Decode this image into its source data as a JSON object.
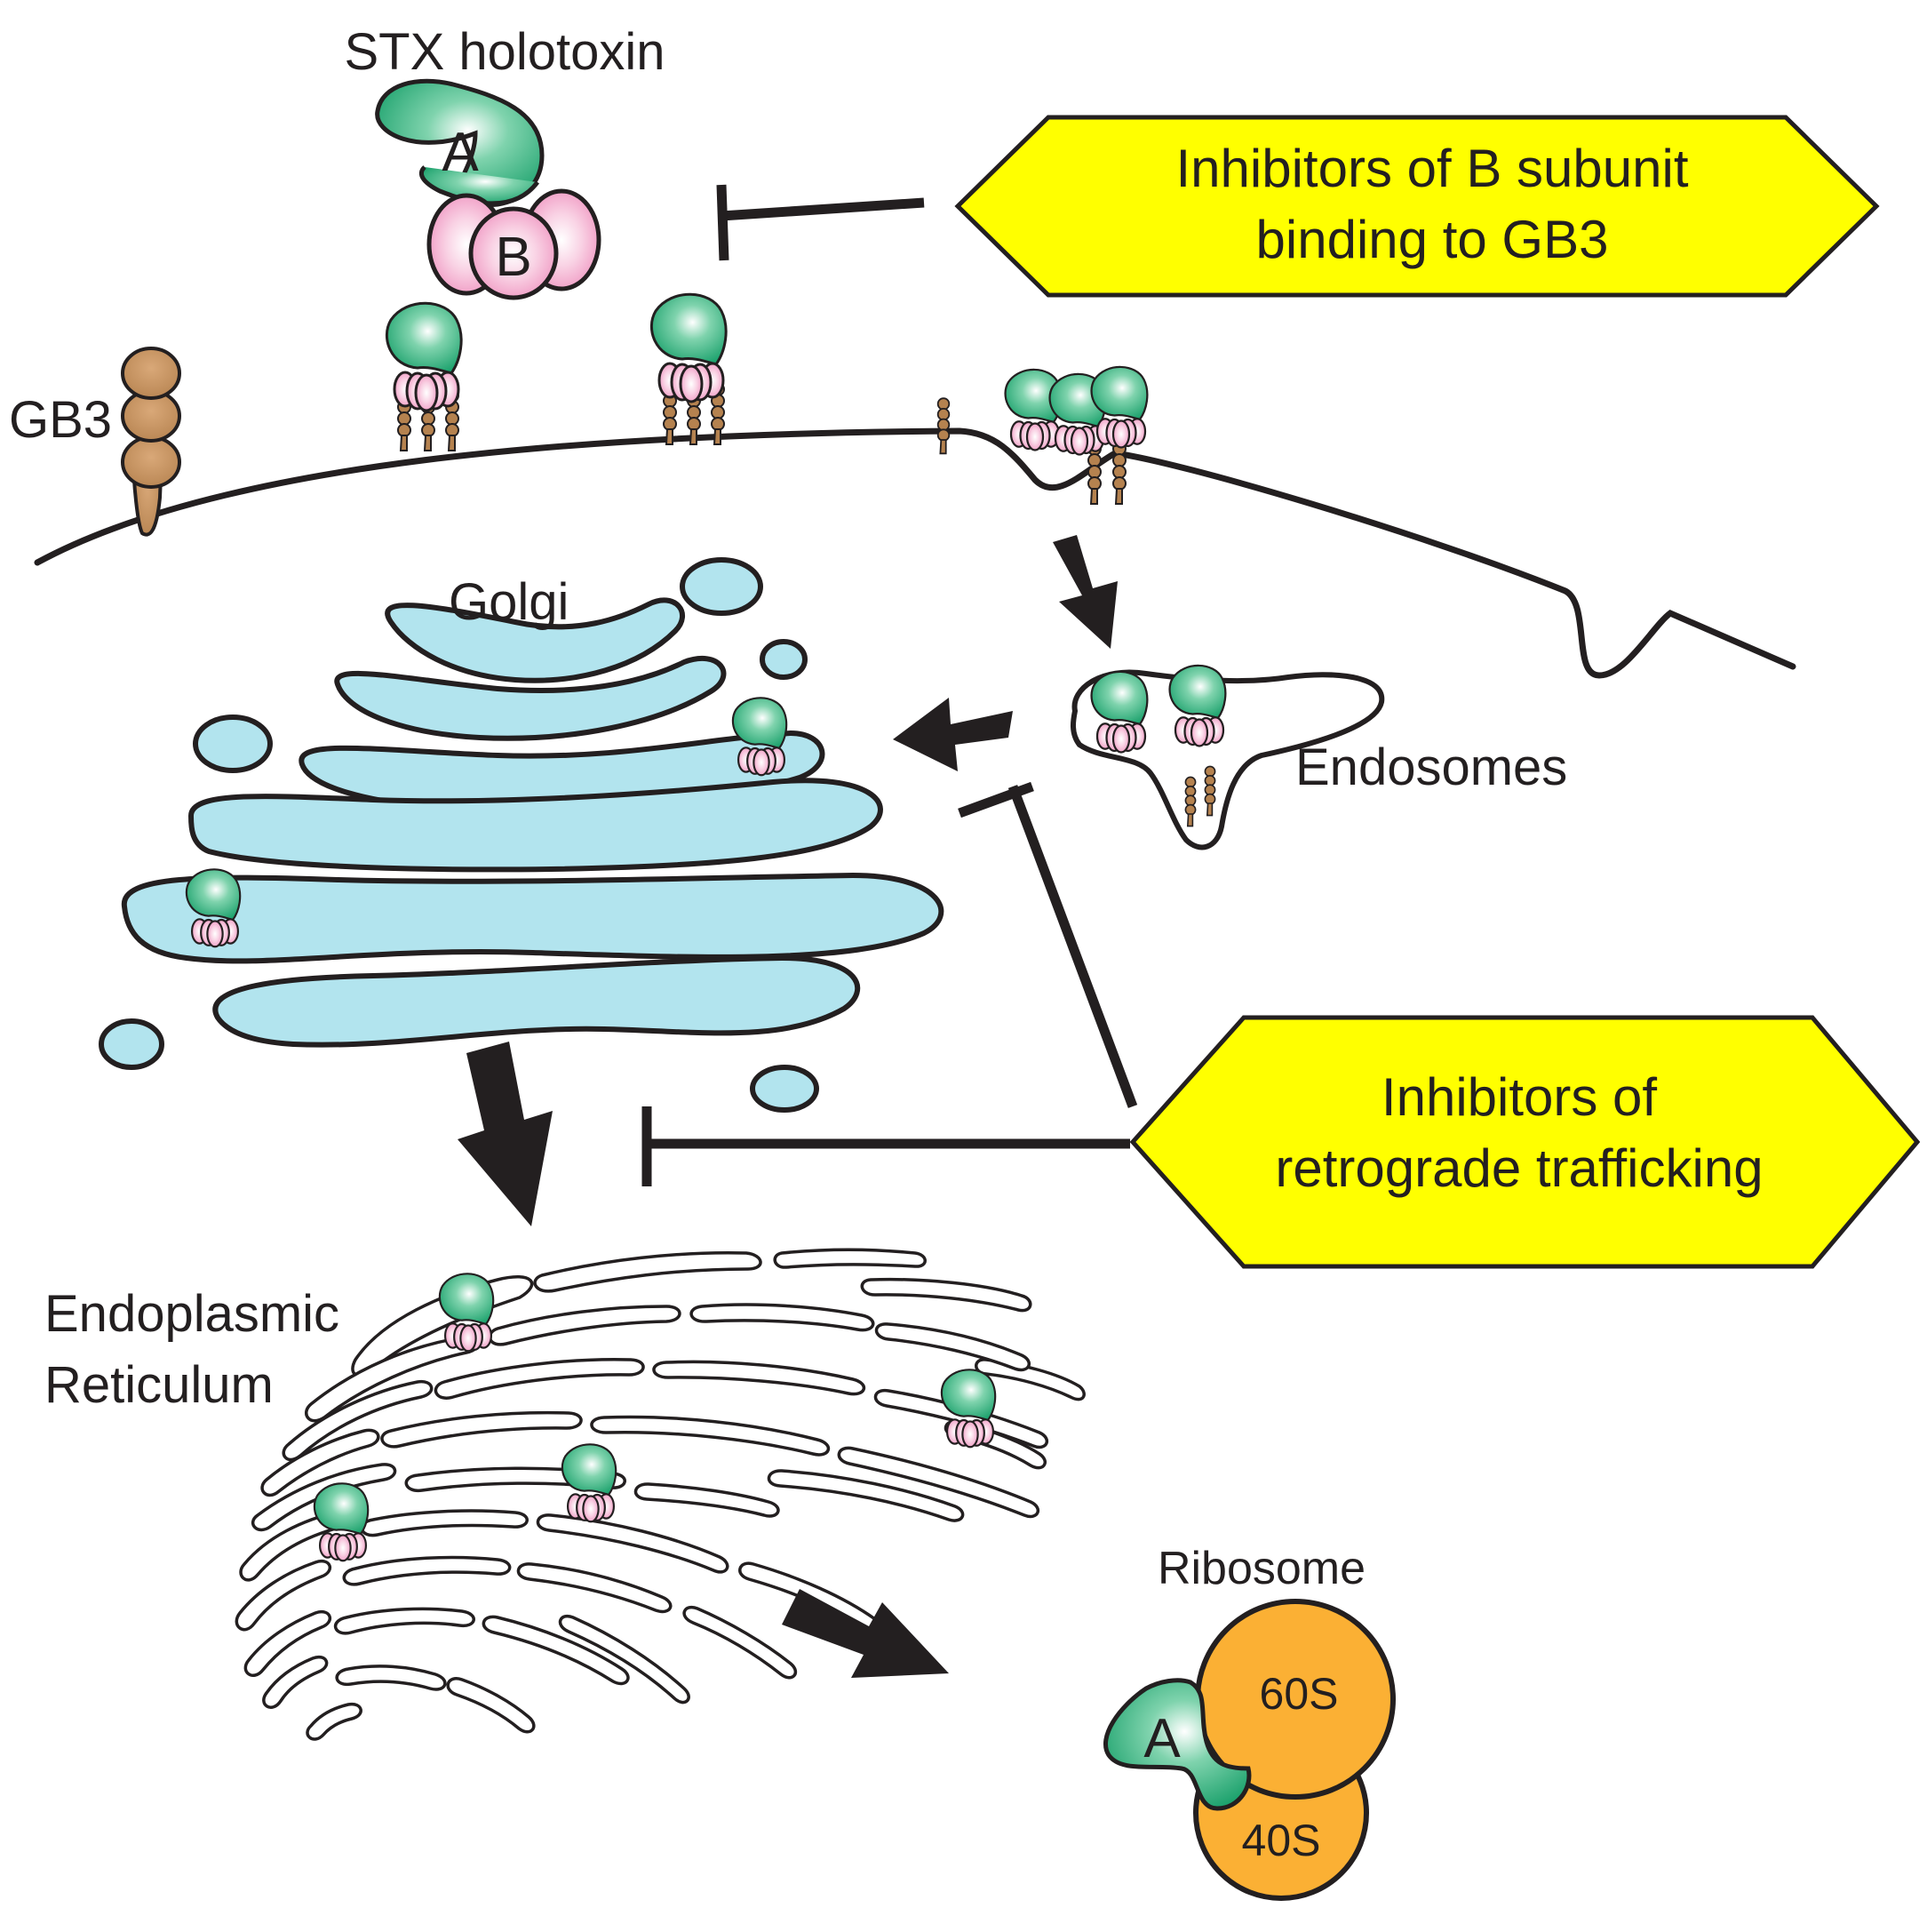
{
  "labels": {
    "stx_holotoxin": "STX holotoxin",
    "gb3": "GB3",
    "golgi": "Golgi",
    "endosomes": "Endosomes",
    "er_line1": "Endoplasmic",
    "er_line2": "Reticulum",
    "ribosome": "Ribosome"
  },
  "subunits": {
    "a": "A",
    "b": "B"
  },
  "ribosome_subunits": {
    "large": "60S",
    "small": "40S"
  },
  "inhibitors": {
    "binding": {
      "line1": "Inhibitors of B subunit",
      "line2": "binding to GB3"
    },
    "trafficking": {
      "line1": "Inhibitors of",
      "line2": "retrograde trafficking"
    }
  },
  "colors": {
    "toxin_a": "#0d9a63",
    "toxin_b": "#f2a3c8",
    "gb3": "#b5824f",
    "golgi": "#b2e4ee",
    "ribosome": "#fbb034",
    "inhibitor_box": "#ffff00",
    "line": "#231f20"
  }
}
